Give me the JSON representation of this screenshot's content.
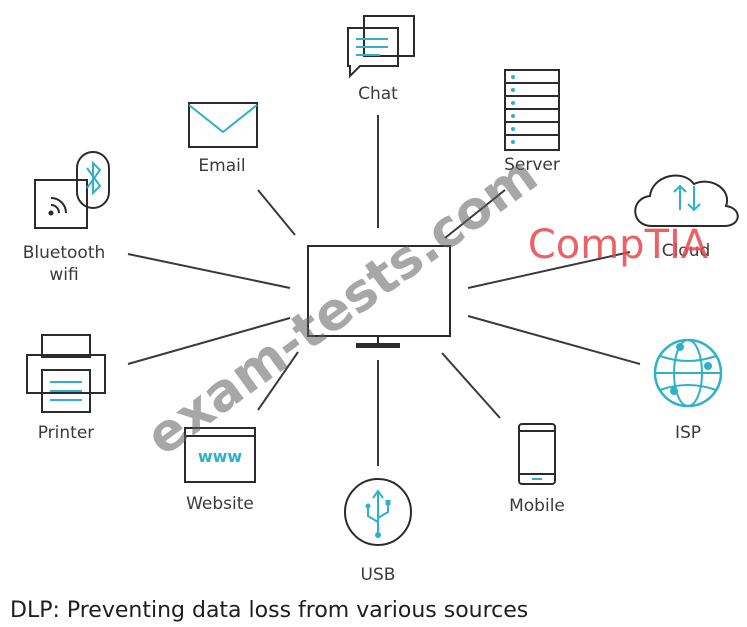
{
  "diagram": {
    "caption": "DLP: Preventing data loss from various sources",
    "center": {
      "name": "computer-monitor"
    },
    "nodes": [
      {
        "id": "chat",
        "label": "Chat",
        "icon": "chat-icon"
      },
      {
        "id": "email",
        "label": "Email",
        "icon": "email-icon"
      },
      {
        "id": "server",
        "label": "Server",
        "icon": "server-icon"
      },
      {
        "id": "bluetooth",
        "label": "Bluetooth",
        "label2": "wifi",
        "icon": "bluetooth-wifi-icon"
      },
      {
        "id": "cloud",
        "label": "Cloud",
        "icon": "cloud-icon"
      },
      {
        "id": "printer",
        "label": "Printer",
        "icon": "printer-icon"
      },
      {
        "id": "isp",
        "label": "ISP",
        "icon": "globe-icon"
      },
      {
        "id": "website",
        "label": "Website",
        "icon": "website-icon",
        "icon_text": "www"
      },
      {
        "id": "mobile",
        "label": "Mobile",
        "icon": "mobile-icon"
      },
      {
        "id": "usb",
        "label": "USB",
        "icon": "usb-icon"
      }
    ]
  },
  "watermarks": {
    "diagonal": "exam-tests.com",
    "brand": "CompTIA"
  },
  "colors": {
    "accent": "#2eb1c9",
    "line": "#3a3a3a",
    "brand": "#e8474b"
  }
}
